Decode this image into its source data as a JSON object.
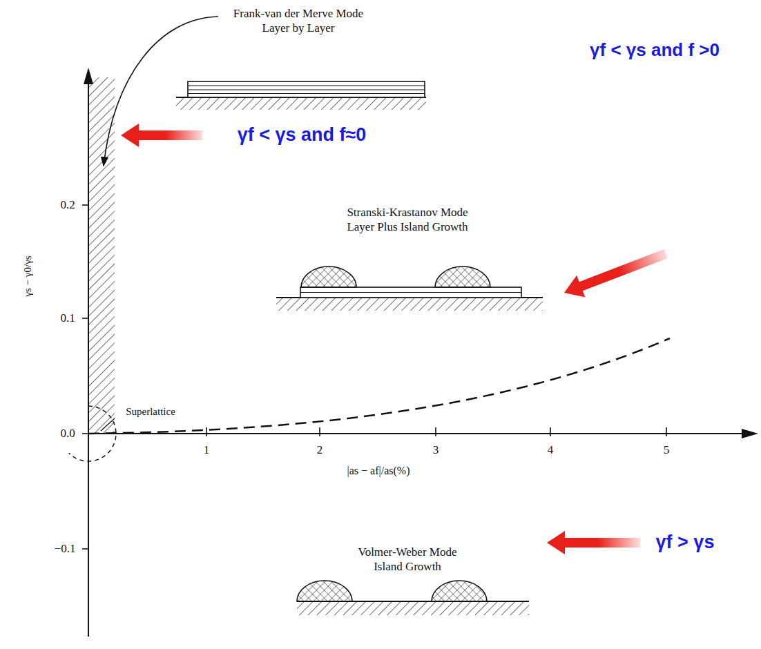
{
  "diagram": {
    "labels": [
      "Frank-van der Merve Mode Layer by Layer",
      "γf < γs and f≈0",
      "γf < γs and f >0",
      "0.2",
      "Stranski-Krastanov Mode Layer Plus Island Growth",
      "0.1",
      "γs − γ0/γs",
      "Superlattice",
      "0.0",
      "1",
      "2",
      "3",
      "4",
      "5",
      "|as − af|/as(%)",
      "−0.1",
      "Volmer-Weber Mode Island Growth",
      "γf > γs"
    ]
  }
}
